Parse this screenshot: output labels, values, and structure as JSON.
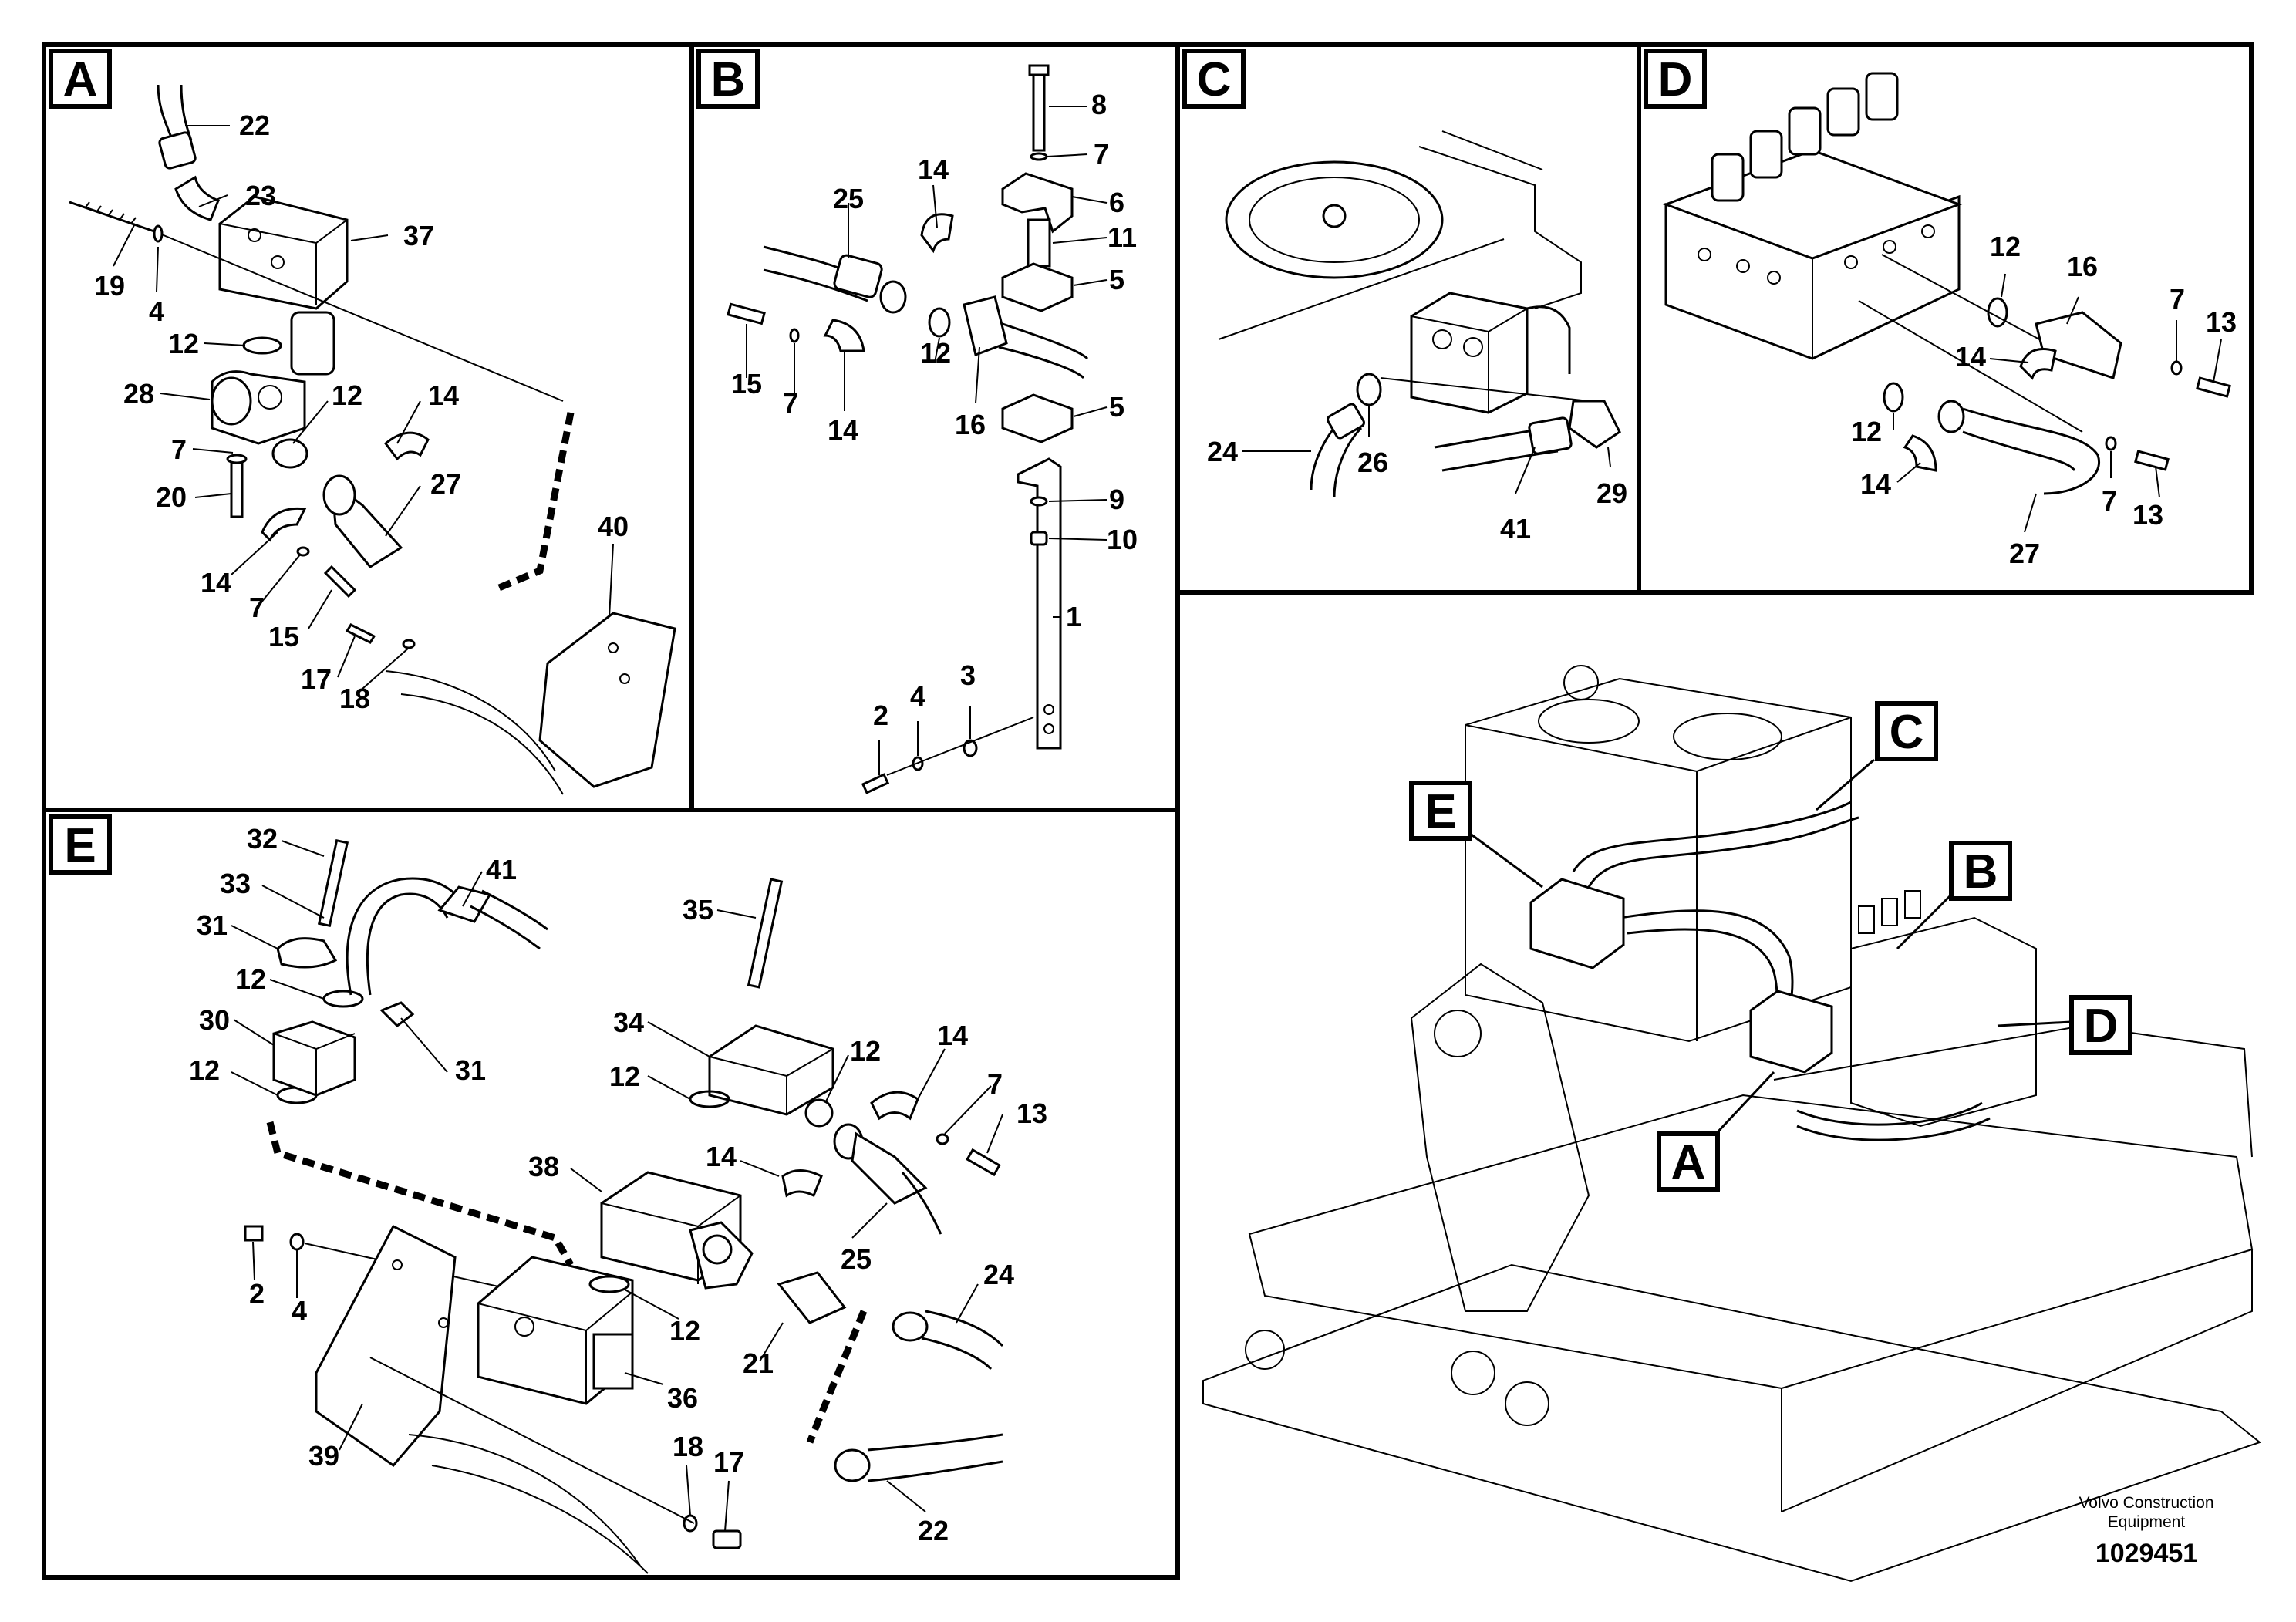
{
  "panels": {
    "A": {
      "letter": "A",
      "callouts": [
        "22",
        "23",
        "37",
        "19",
        "4",
        "12",
        "28",
        "12",
        "14",
        "7",
        "20",
        "27",
        "14",
        "7",
        "15",
        "17",
        "18",
        "40"
      ]
    },
    "B": {
      "letter": "B",
      "callouts": [
        "8",
        "7",
        "14",
        "25",
        "6",
        "11",
        "5",
        "15",
        "7",
        "14",
        "12",
        "16",
        "5",
        "9",
        "10",
        "1",
        "2",
        "4",
        "3"
      ]
    },
    "C": {
      "letter": "C",
      "callouts": [
        "24",
        "26",
        "41",
        "29"
      ]
    },
    "D": {
      "letter": "D",
      "callouts": [
        "12",
        "16",
        "7",
        "13",
        "14",
        "12",
        "14",
        "7",
        "13",
        "27"
      ]
    },
    "E": {
      "letter": "E",
      "callouts": [
        "32",
        "33",
        "41",
        "31",
        "12",
        "30",
        "31",
        "12",
        "35",
        "34",
        "12",
        "12",
        "14",
        "7",
        "13",
        "14",
        "38",
        "25",
        "24",
        "2",
        "4",
        "12",
        "21",
        "36",
        "39",
        "18",
        "17",
        "22"
      ]
    },
    "overview": {
      "markers": [
        "E",
        "C",
        "B",
        "D",
        "A"
      ]
    }
  },
  "credit": {
    "company": "Volvo Construction Equipment",
    "doc_number": "1029451"
  }
}
